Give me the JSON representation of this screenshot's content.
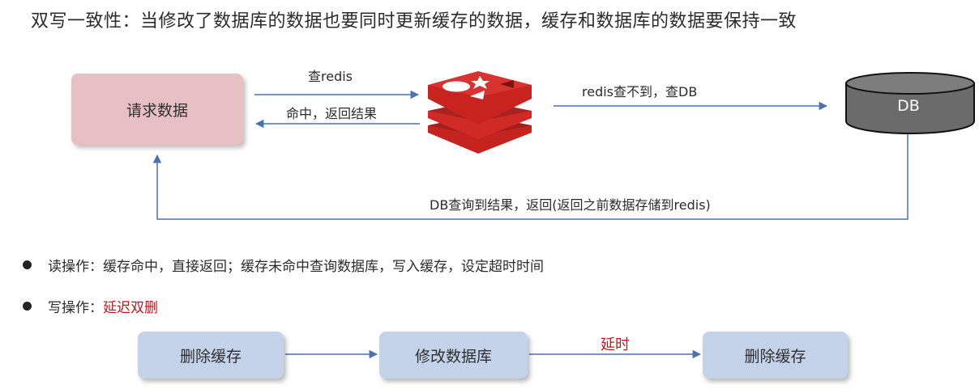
{
  "title": "双写一致性：当修改了数据库的数据也要同时更新缓存的数据，缓存和数据库的数据要保持一致",
  "diagram": {
    "request_box": "请求数据",
    "query_redis": "查redis",
    "hit_return": "命中，返回结果",
    "redis_miss": "redis查不到，查DB",
    "db_label": "DB",
    "db_return": "DB查询到结果，返回(返回之前数据存储到redis)"
  },
  "bullets": {
    "read": "读操作：缓存命中，直接返回；缓存未命中查询数据库，写入缓存，设定超时时间",
    "write_prefix": "写操作：",
    "write_strategy": "延迟双删"
  },
  "flow": {
    "step1": "删除缓存",
    "step2": "修改数据库",
    "delay": "延时",
    "step3": "删除缓存"
  },
  "colors": {
    "request_box": "#e8bfc2",
    "flow_box": "#c4d3e9",
    "arrow": "#4a72b0",
    "accent_red": "#c0161b",
    "redis_red": "#d22a26",
    "db_gray": "#6b6b6b"
  }
}
